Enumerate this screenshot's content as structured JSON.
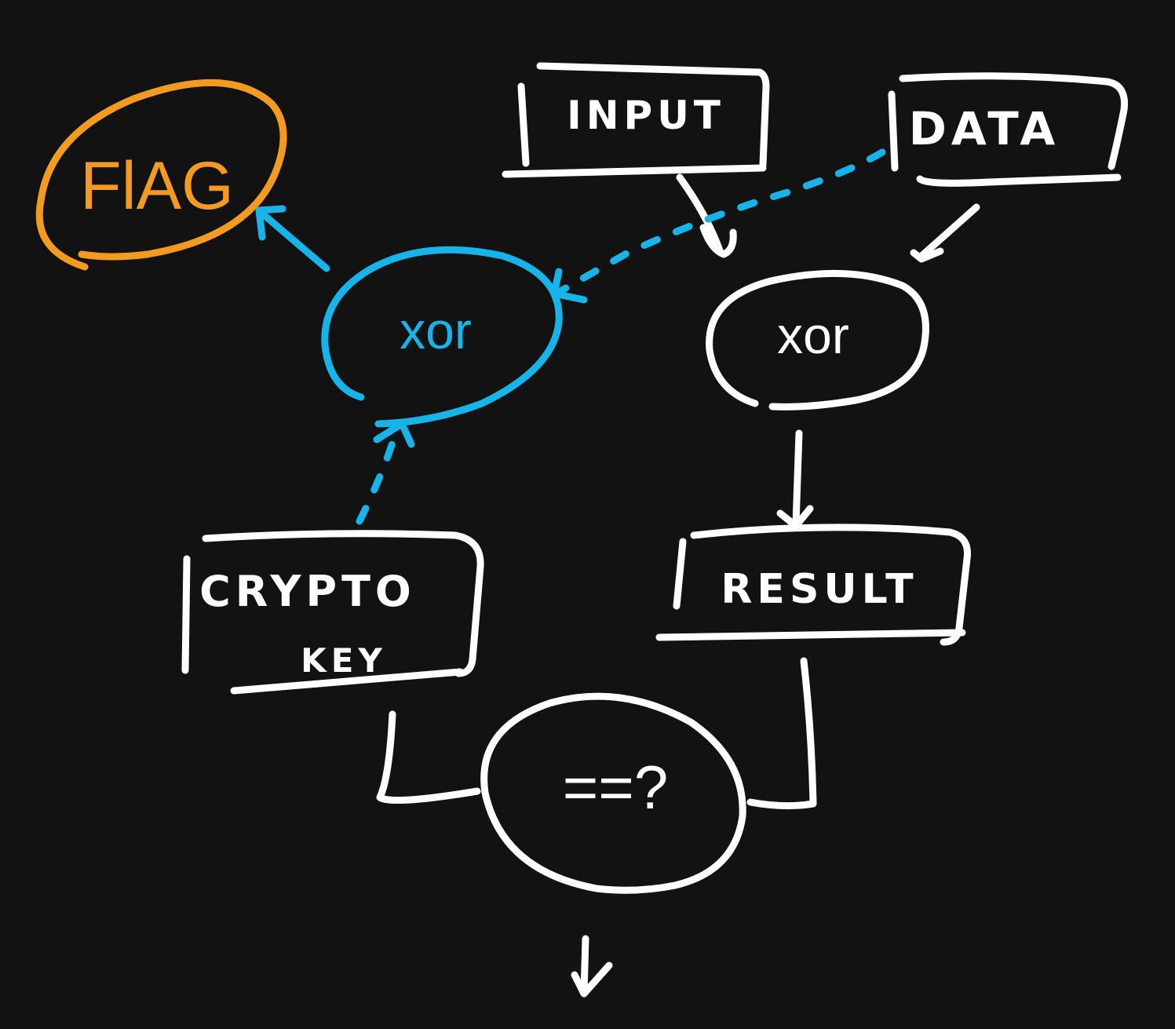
{
  "diagram": {
    "colors": {
      "background": "#121212",
      "main": "#ffffff",
      "crypto_path": "#17b4ea",
      "flag": "#f39a21"
    },
    "nodes": {
      "input": "INPUT",
      "data": "DATA",
      "flag": "FlAG",
      "xor_crypto": "xor",
      "xor_data": "xor",
      "crypto_key_line1": "CRYPTO",
      "crypto_key_line2": "KEY",
      "result": "RESULT",
      "compare": "==?"
    },
    "edges": [
      {
        "from": "INPUT",
        "to": "xor_data",
        "style": "solid"
      },
      {
        "from": "DATA",
        "to": "xor_data",
        "style": "solid"
      },
      {
        "from": "DATA",
        "to": "xor_crypto",
        "style": "dashed"
      },
      {
        "from": "CRYPTO KEY",
        "to": "xor_crypto",
        "style": "dashed"
      },
      {
        "from": "xor_crypto",
        "to": "FlAG",
        "style": "solid"
      },
      {
        "from": "xor_data",
        "to": "RESULT",
        "style": "solid"
      },
      {
        "from": "CRYPTO KEY",
        "to": "==?",
        "style": "solid"
      },
      {
        "from": "RESULT",
        "to": "==?",
        "style": "solid"
      },
      {
        "from": "==?",
        "to": "next",
        "style": "solid"
      }
    ]
  }
}
